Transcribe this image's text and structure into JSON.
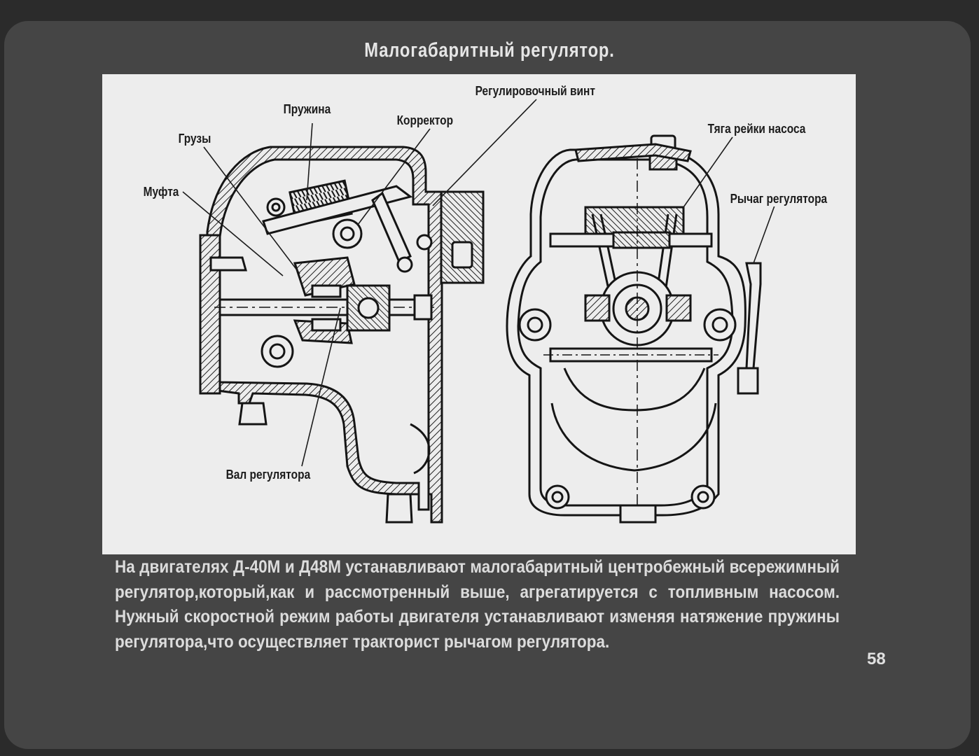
{
  "slide": {
    "title": "Малогабаритный регулятор.",
    "page_number": "58"
  },
  "diagram": {
    "labels": {
      "regulating_screw": "Регулировочный винт",
      "spring": "Пружина",
      "corrector": "Корректор",
      "weights": "Грузы",
      "pump_rack_rod": "Тяга рейки насоса",
      "coupling": "Муфта",
      "regulator_lever": "Рычаг регулятора",
      "regulator_shaft": "Вал регулятора"
    }
  },
  "caption": {
    "text": "На двигателях Д-40М и Д48М устанавливают малогабаритный центробежный всережимный регулятор,который,как и рассмотренный выше, агрегатируется с топливным насосом. Нужный скоростной режим работы двигателя устанавливают изменяя натяжение пружины регулятора,что осуществляет тракторист рычагом регулятора."
  }
}
